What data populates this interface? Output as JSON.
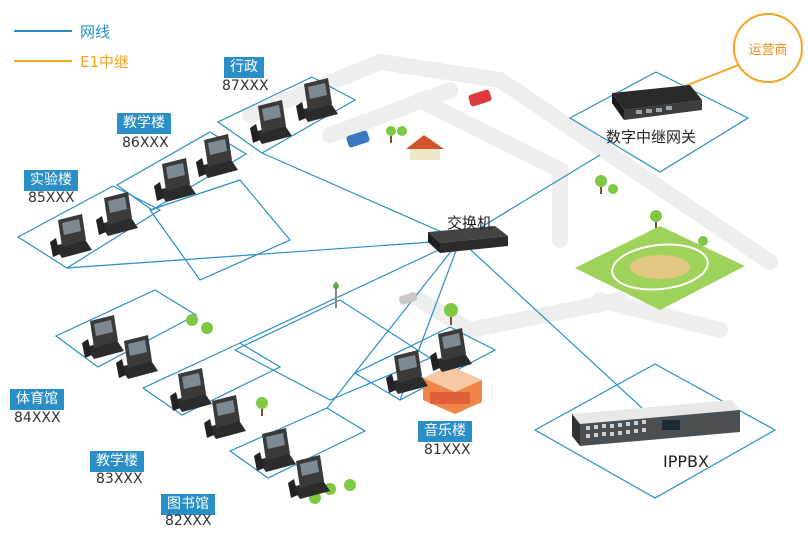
{
  "legend": [
    {
      "label": "网线",
      "color": "#2a8fc7"
    },
    {
      "label": "E1中继",
      "color": "#f4a623"
    }
  ],
  "carrier": "运营商",
  "devices": {
    "trunk_gateway": "数字中继网关",
    "switch": "交换机",
    "ippbx": "IPPBX"
  },
  "buildings": [
    {
      "name": "行政",
      "code": "87XXX"
    },
    {
      "name": "教学楼",
      "code": "86XXX"
    },
    {
      "name": "实验楼",
      "code": "85XXX"
    },
    {
      "name": "体育馆",
      "code": "84XXX"
    },
    {
      "name": "教学楼",
      "code": "83XXX"
    },
    {
      "name": "图书馆",
      "code": "82XXX"
    },
    {
      "name": "音乐楼",
      "code": "81XXX"
    }
  ],
  "colors": {
    "network": "#2a8fc7",
    "e1": "#f4a623",
    "road": "#eeeeef",
    "tag": "#2a8fc7"
  }
}
